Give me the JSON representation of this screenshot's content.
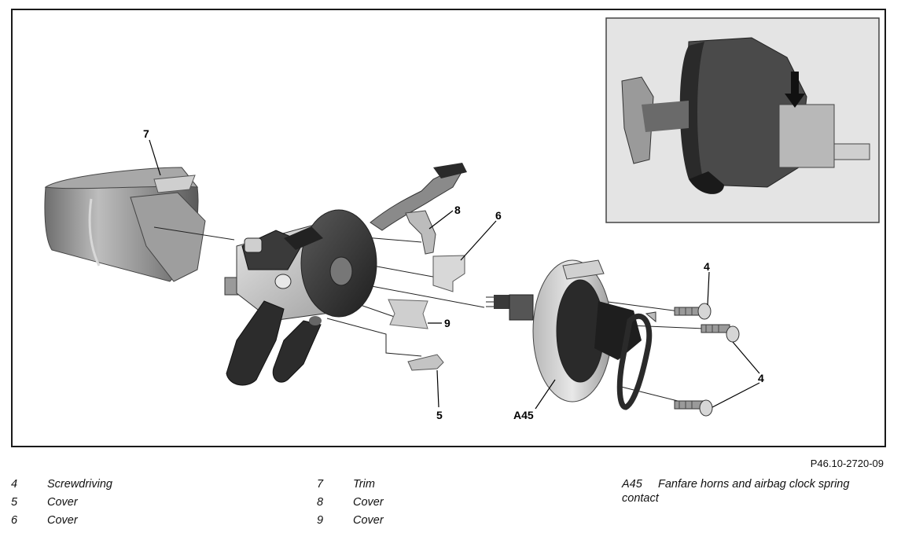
{
  "figure_id": "P46.10-2720-09",
  "callouts": {
    "trim": "7",
    "cover_top": "8",
    "cover_right": "6",
    "cover_middle": "9",
    "cover_bottom": "5",
    "screw_top": "4",
    "screw_right": "4",
    "clock_spring": "A45"
  },
  "legend": [
    {
      "num": "4",
      "text": "Screwdriving"
    },
    {
      "num": "5",
      "text": "Cover"
    },
    {
      "num": "6",
      "text": "Cover"
    },
    {
      "num": "7",
      "text": "Trim"
    },
    {
      "num": "8",
      "text": "Cover"
    },
    {
      "num": "9",
      "text": "Cover"
    },
    {
      "num": "A45",
      "text": "Fanfare horns and airbag clock spring contact"
    }
  ],
  "colors": {
    "frame": "#1a1a1a",
    "inset_background": "#e4e4e4",
    "part_dark": "#2e2e2e",
    "part_mid": "#8a8a8a",
    "part_light": "#c8c8c8"
  }
}
